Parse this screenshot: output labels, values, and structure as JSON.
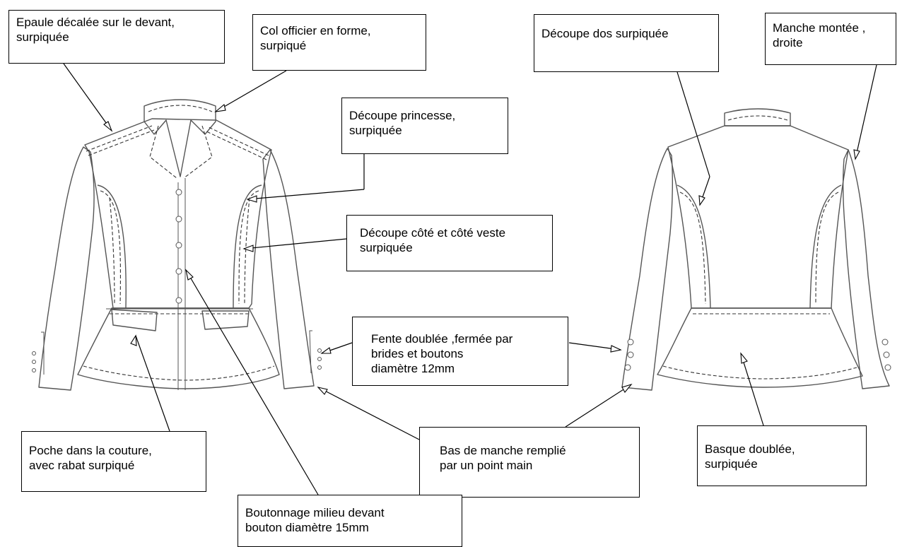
{
  "labels": {
    "epaule": "Epaule décalée sur le devant,\nsurpiquée",
    "col": "Col officier en forme,\n surpiqué",
    "decoupe_dos": "Découpe dos surpiquée",
    "manche": "Manche montée ,\ndroite",
    "princesse": "Découpe princesse,\n surpiquée",
    "cote": "Découpe côté et côté veste\n surpiquée",
    "fente": "Fente doublée ,fermée par\nbrides et boutons\ndiamètre 12mm",
    "poche": "Poche dans la couture,\navec rabat surpiqué",
    "bas_manche": "Bas de manche remplié\npar un point main",
    "basque": "Basque doublée,\nsurpiquée",
    "boutonnage": "Boutonnage milieu devant\nbouton diamètre 15mm"
  }
}
